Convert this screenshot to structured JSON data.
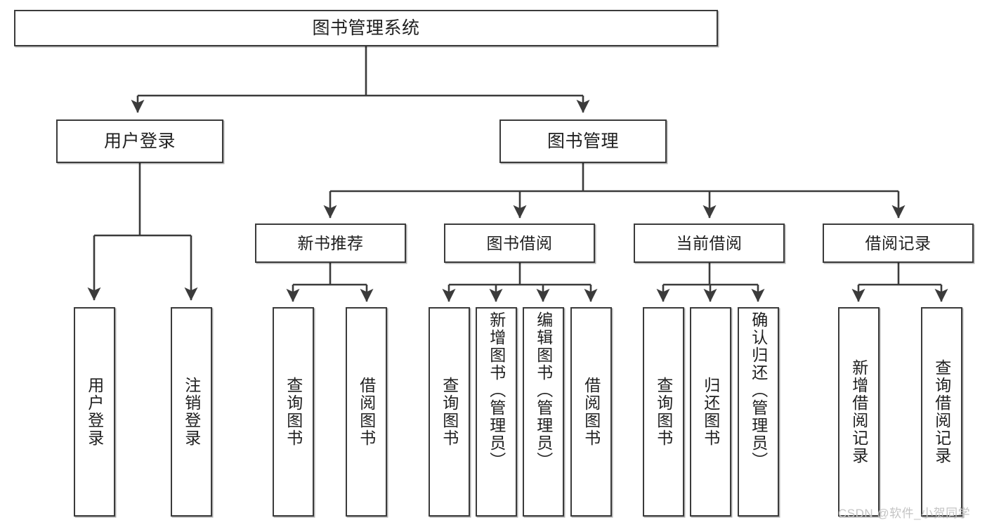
{
  "diagram": {
    "title": "图书管理系统",
    "type": "tree-hierarchy",
    "levels": 4,
    "nodes": {
      "root": {
        "label": "图书管理系统"
      },
      "level2": [
        {
          "id": "user-login",
          "label": "用户登录"
        },
        {
          "id": "book-manage",
          "label": "图书管理"
        }
      ],
      "level3": [
        {
          "id": "new-book-recommend",
          "label": "新书推荐"
        },
        {
          "id": "book-borrow",
          "label": "图书借阅"
        },
        {
          "id": "current-borrow",
          "label": "当前借阅"
        },
        {
          "id": "borrow-record",
          "label": "借阅记录"
        }
      ],
      "leaves": {
        "user_login": [
          {
            "id": "leaf-user-login",
            "label": "用户登录"
          },
          {
            "id": "leaf-user-logout",
            "label": "注销登录"
          }
        ],
        "new_book_recommend": [
          {
            "id": "leaf-query-book-1",
            "label": "查询图书"
          },
          {
            "id": "leaf-borrow-book-1",
            "label": "借阅图书"
          }
        ],
        "book_borrow": [
          {
            "id": "leaf-query-book-2",
            "label": "查询图书"
          },
          {
            "id": "leaf-add-book",
            "label": "新增图书（管理员）"
          },
          {
            "id": "leaf-edit-book",
            "label": "编辑图书（管理员）"
          },
          {
            "id": "leaf-borrow-book-2",
            "label": "借阅图书"
          }
        ],
        "current_borrow": [
          {
            "id": "leaf-query-book-3",
            "label": "查询图书"
          },
          {
            "id": "leaf-return-book",
            "label": "归还图书"
          },
          {
            "id": "leaf-confirm-return",
            "label": "确认归还（管理员）"
          }
        ],
        "borrow_record": [
          {
            "id": "leaf-add-record",
            "label": "新增借阅记录"
          },
          {
            "id": "leaf-query-record",
            "label": "查询借阅记录"
          }
        ]
      }
    }
  },
  "watermark": {
    "text": "CSDN @软件_小贺同学"
  },
  "colors": {
    "stroke": "#3b3b3b",
    "box_fill": "#ffffff",
    "text": "#1f1f1f",
    "watermark": "#c4c4c4",
    "background": "#ffffff"
  }
}
